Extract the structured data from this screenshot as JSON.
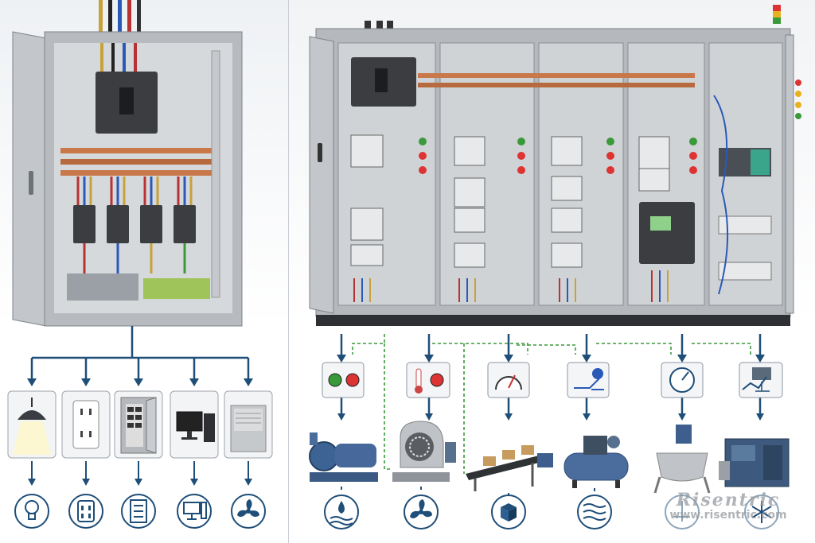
{
  "watermark": {
    "brand": "Risentric",
    "url": "www.risentric.com"
  },
  "colors": {
    "line_blue": "#1f4e79",
    "line_green": "#3a9a3a",
    "copper": "#c9784a",
    "cabinet": "#a9aeb3"
  },
  "left_loads": [
    {
      "name": "ceiling-light",
      "icon": "lightbulb-icon"
    },
    {
      "name": "wall-outlet",
      "icon": "outlet-icon"
    },
    {
      "name": "sub-panel",
      "icon": "panel-icon"
    },
    {
      "name": "computer",
      "icon": "computer-icon"
    },
    {
      "name": "hvac-unit",
      "icon": "fan-icon"
    }
  ],
  "right_loads": [
    {
      "control": "start-stop-buttons",
      "equipment": "centrifugal-pump",
      "icon": "water-icon"
    },
    {
      "control": "temperature-control",
      "equipment": "blower-fan",
      "icon": "fan-icon"
    },
    {
      "control": "speed-gauge",
      "equipment": "belt-conveyor",
      "icon": "box-icon"
    },
    {
      "control": "pressure-switch",
      "equipment": "air-compressor",
      "icon": "air-waves-icon"
    },
    {
      "control": "vfd-gauge",
      "equipment": "mixer-tank",
      "icon": "mixer-icon"
    },
    {
      "control": "plc-network",
      "equipment": "chiller-unit",
      "icon": "snowflake-icon"
    }
  ]
}
